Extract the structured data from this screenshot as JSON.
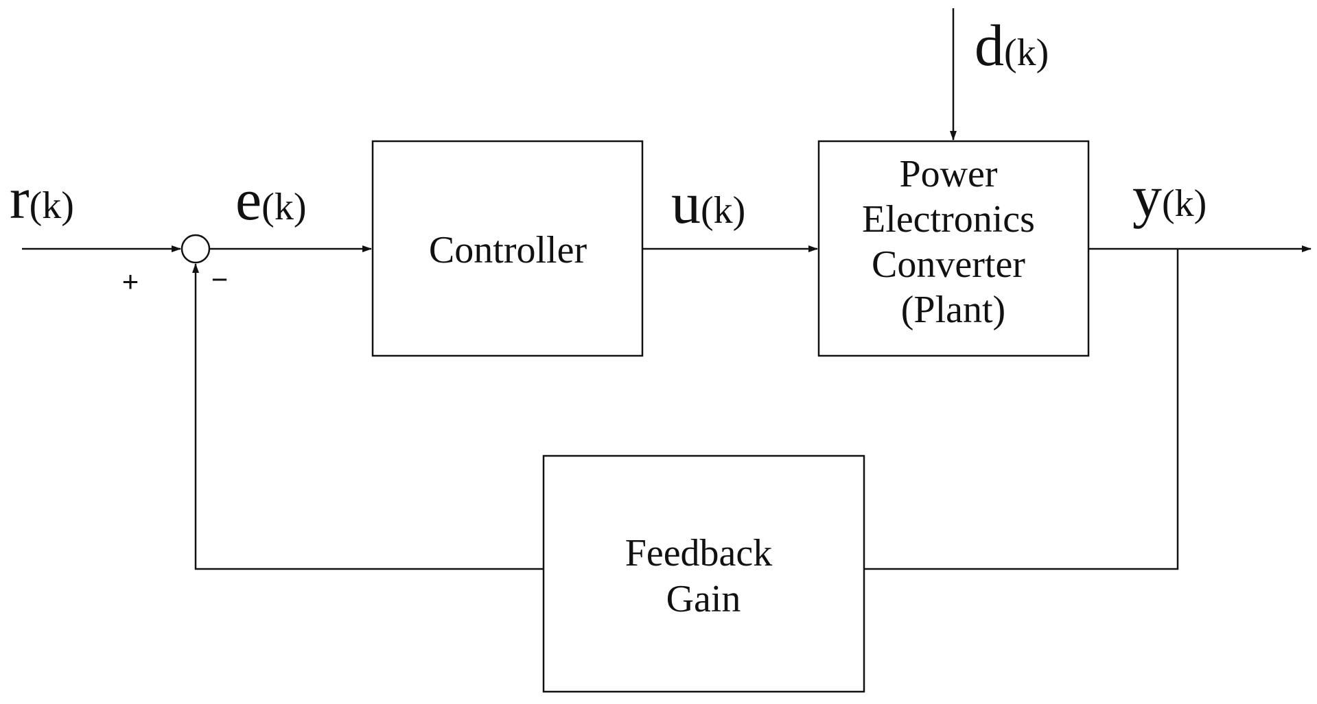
{
  "signals": {
    "r": {
      "main": "r",
      "sub": "(k)"
    },
    "e": {
      "main": "e",
      "sub": "(k)"
    },
    "u": {
      "main": "u",
      "sub": "(k)"
    },
    "y": {
      "main": "y",
      "sub": "(k)"
    },
    "d": {
      "main": "d",
      "sub": "(k)"
    }
  },
  "blocks": {
    "controller": {
      "lines": [
        "Controller"
      ]
    },
    "plant": {
      "lines": [
        "Power",
        "Electronics",
        "Converter",
        "(Plant)"
      ]
    },
    "feedback": {
      "lines": [
        "Feedback",
        "Gain"
      ]
    }
  },
  "summing_junction": {
    "plus": "+",
    "minus": "−"
  },
  "colors": {
    "stroke": "#111111",
    "background": "#ffffff"
  }
}
